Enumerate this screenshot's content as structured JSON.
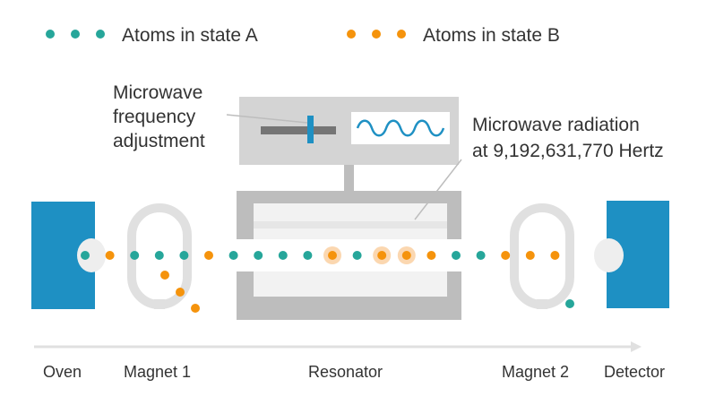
{
  "legend": {
    "state_a": "Atoms in state A",
    "state_b": "Atoms in state B"
  },
  "colors": {
    "state_a": "#26a69a",
    "state_b": "#f5930c",
    "device_blue": "#1e90c3",
    "frame_gray": "#bdbdbd",
    "panel_gray": "#d4d4d4",
    "light_gray": "#eeeeee",
    "text": "#333333"
  },
  "labels": {
    "freq_adjust": [
      "Microwave",
      "frequency",
      "adjustment"
    ],
    "radiation": [
      "Microwave radiation",
      "at 9,192,631,770 Hertz"
    ],
    "oven": "Oven",
    "magnet1": "Magnet 1",
    "resonator": "Resonator",
    "magnet2": "Magnet 2",
    "detector": "Detector"
  },
  "beam": [
    "A",
    "B",
    "A",
    "A",
    "A",
    "B",
    "A",
    "A",
    "A",
    "A",
    "B",
    "A",
    "B",
    "B",
    "B",
    "A",
    "A",
    "B",
    "B",
    "B"
  ],
  "excited": [
    10,
    12,
    13
  ]
}
